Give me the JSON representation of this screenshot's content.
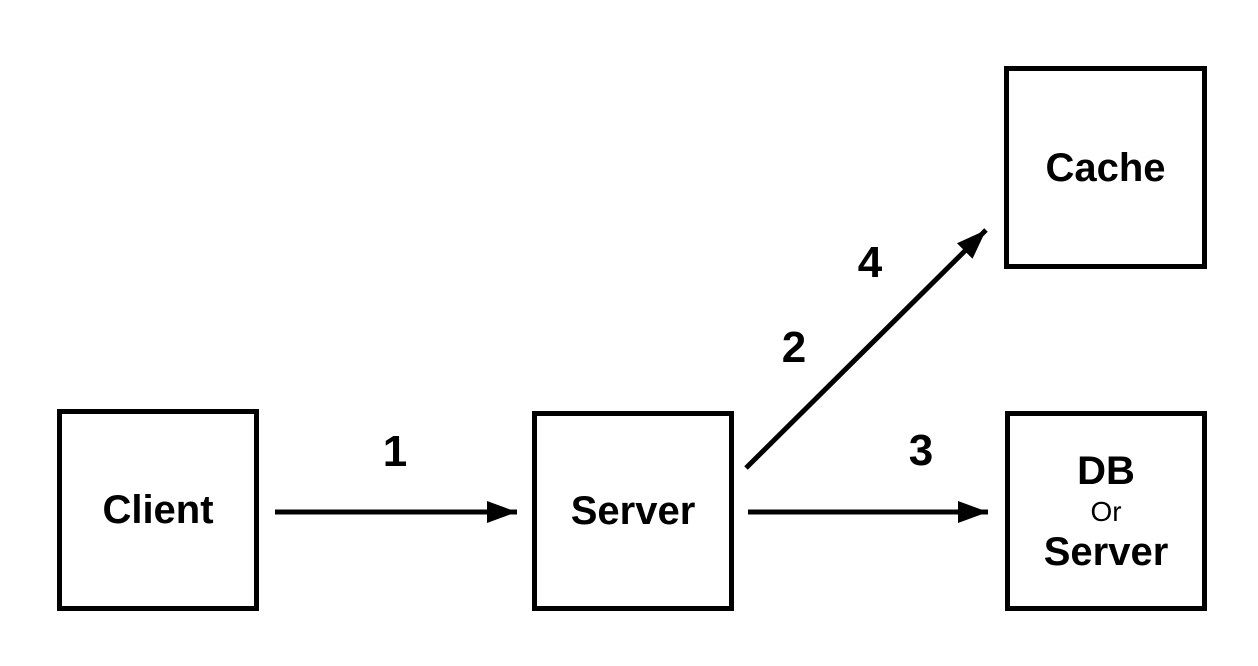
{
  "diagram": {
    "background_color": "#ffffff",
    "stroke_color": "#000000",
    "nodes": {
      "client": {
        "label": "Client"
      },
      "server": {
        "label": "Server"
      },
      "cache": {
        "label": "Cache"
      },
      "db": {
        "line1": "DB",
        "line2": "Or",
        "line3": "Server"
      }
    },
    "edge_labels": {
      "step1": "1",
      "step2": "2",
      "step3": "3",
      "step4": "4"
    }
  }
}
